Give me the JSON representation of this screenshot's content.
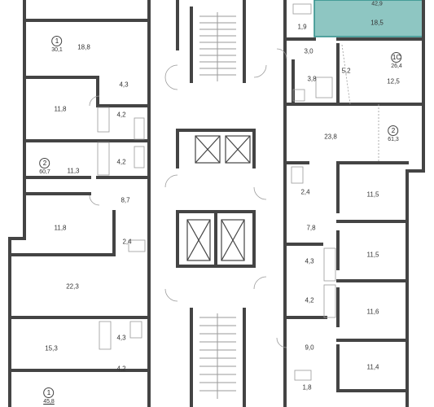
{
  "colors": {
    "wall": "#444444",
    "thin": "#9a9a9a",
    "highlight": "#8ec6c2",
    "highlight_stroke": "#2f8f8a"
  },
  "units": [
    {
      "number": "1",
      "area": "30,1"
    },
    {
      "number": "2",
      "area": "60,7"
    },
    {
      "number": "1",
      "area": "45,8"
    },
    {
      "number": "1C",
      "area": "26,4"
    },
    {
      "number": "2",
      "area": "61,3"
    }
  ],
  "highlighted_unit": {
    "area": "42,9",
    "room_area": "18,5"
  },
  "rooms": {
    "left": [
      "18,8",
      "4,3",
      "11,8",
      "4,2",
      "11,3",
      "4,2",
      "8,7",
      "11,8",
      "2,4",
      "22,3",
      "15,3",
      "4,3",
      "4,2"
    ],
    "right": [
      "1,9",
      "3,0",
      "5,2",
      "3,8",
      "12,5",
      "23,8",
      "2,4",
      "11,5",
      "7,8",
      "11,5",
      "4,3",
      "4,2",
      "11,6",
      "9,0",
      "11,4",
      "1,8"
    ]
  }
}
